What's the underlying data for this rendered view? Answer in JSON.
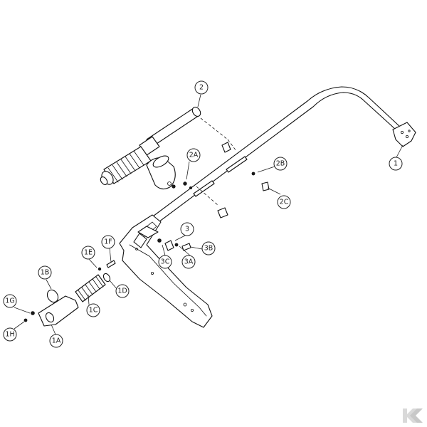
{
  "callouts": [
    {
      "id": "c1",
      "label": "1"
    },
    {
      "id": "c2",
      "label": "2"
    },
    {
      "id": "c2A",
      "label": "2A"
    },
    {
      "id": "c2B",
      "label": "2B"
    },
    {
      "id": "c2C",
      "label": "2C"
    },
    {
      "id": "c3",
      "label": "3"
    },
    {
      "id": "c3A",
      "label": "3A"
    },
    {
      "id": "c3B",
      "label": "3B"
    },
    {
      "id": "c3C",
      "label": "3C"
    },
    {
      "id": "c1A",
      "label": "1A"
    },
    {
      "id": "c1B",
      "label": "1B"
    },
    {
      "id": "c1C",
      "label": "1C"
    },
    {
      "id": "c1D",
      "label": "1D"
    },
    {
      "id": "c1E",
      "label": "1E"
    },
    {
      "id": "c1F",
      "label": "1F"
    },
    {
      "id": "c1G",
      "label": "1G"
    },
    {
      "id": "c1H",
      "label": "1H"
    }
  ],
  "logo": {
    "icon": "kramp-k-logo-icon",
    "text": "K",
    "color": "#d9d9d9"
  }
}
